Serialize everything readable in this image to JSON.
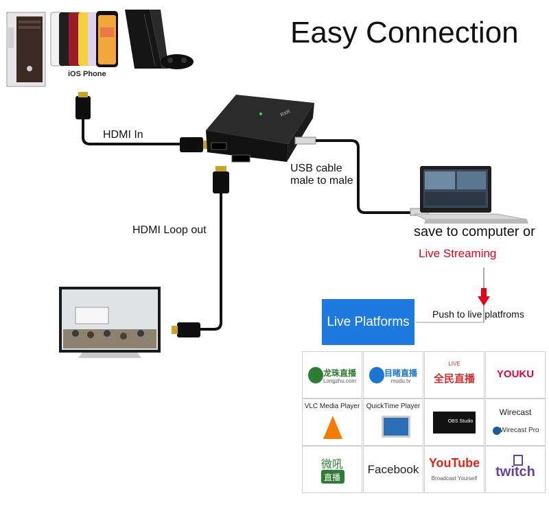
{
  "title": "Easy Connection",
  "labels": {
    "ios_phone": "iOS Phone",
    "hdmi_in": "HDMI In",
    "hdmi_loop_out": "HDMI Loop out",
    "usb_cable_line1": "USB cable",
    "usb_cable_line2": "male to male",
    "save_to_computer": "save to computer or",
    "live_streaming": "Live Streaming",
    "push_to_live": "Push to live platfroms",
    "live_platforms": "Live Platforms"
  },
  "colors": {
    "accent_blue": "#1f7ae0",
    "live_red": "#e3001b",
    "device_black": "#1c1c1c"
  },
  "platforms": [
    {
      "name": "longzhu-logo",
      "line1": "龙珠直播",
      "line2": "Longzhu.com",
      "color": "#2e7d32"
    },
    {
      "name": "mudu-logo",
      "line1": "目睹直播",
      "line2": "mudu.tv",
      "color": "#1976d2"
    },
    {
      "name": "quanmin-logo",
      "line1": "全民直播",
      "line2": "LIVE",
      "color": "#d32f2f"
    },
    {
      "name": "youku-logo",
      "line1": "YOUKU",
      "line2": "",
      "color": "#e4003b"
    },
    {
      "name": "vlc-logo",
      "line1": "VLC Media Player",
      "line2": "",
      "color": "#f57c00"
    },
    {
      "name": "quicktime-logo",
      "line1": "QuickTime Player",
      "line2": "",
      "color": "#1565c0"
    },
    {
      "name": "obs-logo",
      "line1": "OBS Studio",
      "line2": "",
      "color": "#222222"
    },
    {
      "name": "wirecast-logo",
      "line1": "Wirecast",
      "line2": "Wirecast Pro",
      "color": "#1a5c9e"
    },
    {
      "name": "weibo-live-logo",
      "line1": "微吼",
      "line2": "直播",
      "color": "#2e7d32"
    },
    {
      "name": "facebook-logo",
      "line1": "Facebook",
      "line2": "",
      "color": "#222222"
    },
    {
      "name": "youtube-logo",
      "line1": "YouTube",
      "line2": "Broadcast Yourself",
      "color": "#e62117"
    },
    {
      "name": "twitch-logo",
      "line1": "twitch",
      "line2": "",
      "color": "#6441a5"
    }
  ]
}
